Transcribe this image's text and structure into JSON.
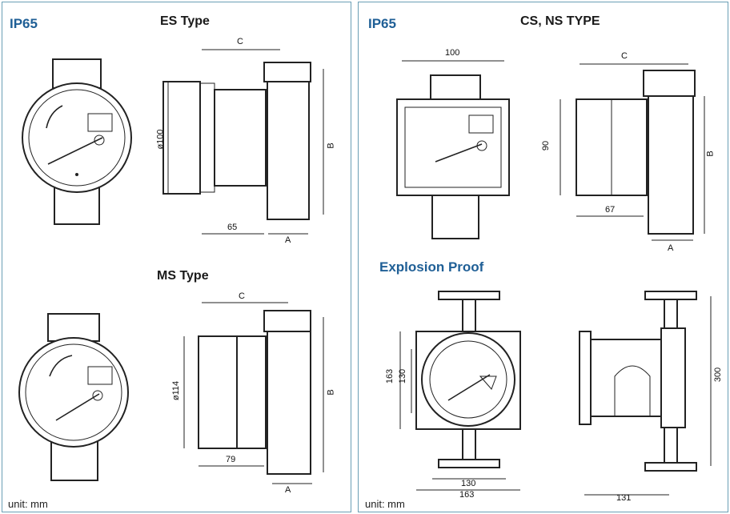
{
  "left_panel": {
    "ip_label_top": "IP65",
    "es_title": "ES Type",
    "ms_title": "MS Type",
    "unit": "unit: mm",
    "es_dims": {
      "c": "C",
      "dia": "ø100",
      "b": "B",
      "w": "65",
      "a": "A"
    },
    "ms_dims": {
      "c": "C",
      "dia": "ø114",
      "b": "B",
      "w": "79",
      "a": "A"
    }
  },
  "right_panel": {
    "ip_label_top": "IP65",
    "cs_title": "CS, NS TYPE",
    "ex_title": "Explosion Proof",
    "unit": "unit: mm",
    "cs_dims": {
      "w": "100",
      "c": "C",
      "h": "90",
      "b": "B",
      "d": "67",
      "a": "A"
    },
    "ex_dims": {
      "h1": "163",
      "h2": "130",
      "w1": "130",
      "w2": "163",
      "h3": "300",
      "w3": "131"
    }
  }
}
